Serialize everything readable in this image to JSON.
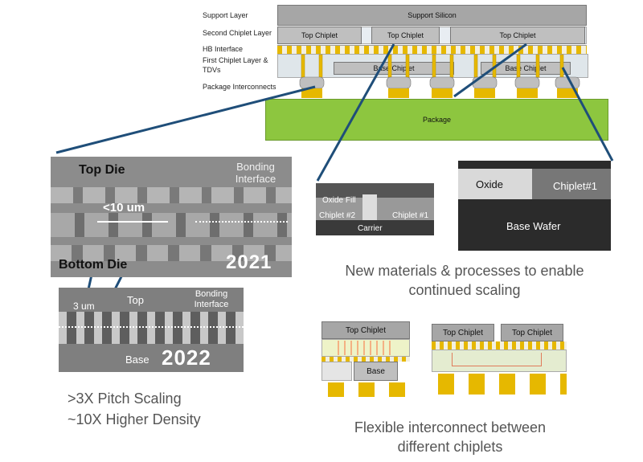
{
  "layer_labels": {
    "support": "Support Layer",
    "second": "Second Chiplet Layer",
    "hb": "HB Interface",
    "first_line1": "First Chiplet Layer &",
    "first_line2": "TDVs",
    "package_interconnects": "Package Interconnects"
  },
  "stack": {
    "support": "Support Silicon",
    "top_chiplet": "Top Chiplet",
    "base_chiplet": "Base Chiplet",
    "package": "Package"
  },
  "sem2021": {
    "top": "Top Die",
    "bottom": "Bottom Die",
    "pitch": "<10 um",
    "bonding_line1": "Bonding",
    "bonding_line2": "Interface",
    "year": "2021"
  },
  "sem2022": {
    "top": "Top",
    "base": "Base",
    "pitch": "3 um",
    "bonding_line1": "Bonding",
    "bonding_line2": "Interface",
    "year": "2022"
  },
  "small_sem": {
    "oxide_fill": "Oxide Fill",
    "chiplet2": "Chiplet #2",
    "chiplet1": "Chiplet #1",
    "carrier": "Carrier"
  },
  "oxide_sem": {
    "oxide": "Oxide",
    "chiplet1": "Chiplet#1",
    "base_wafer": "Base Wafer"
  },
  "captions": {
    "materials_line1": "New materials & processes to enable",
    "materials_line2": "continued scaling",
    "pitch_scaling": ">3X Pitch Scaling",
    "density": "~10X Higher Density",
    "flexible_line1": "Flexible interconnect between",
    "flexible_line2": "different chiplets"
  },
  "mini": {
    "top_chiplet": "Top Chiplet",
    "base": "Base"
  },
  "colors": {
    "package_green": "#8dc63f",
    "chiplet_gray": "#bfbfbf",
    "support_gray": "#a6a6a6",
    "bump_gold": "#e6b800",
    "callout_blue": "#1f4e79"
  }
}
